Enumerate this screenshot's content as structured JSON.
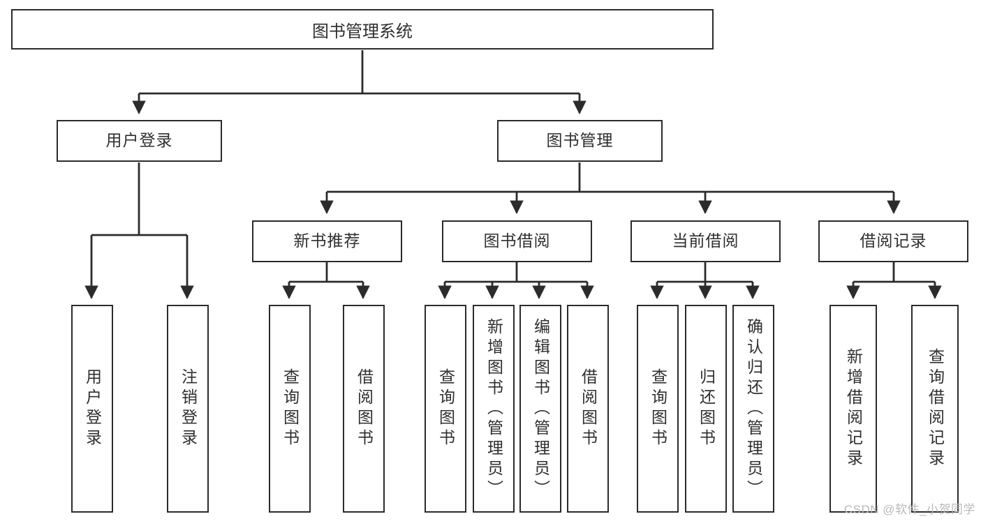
{
  "diagram": {
    "title": "图书管理系统",
    "watermark": "CSDN @软件_小贺同学",
    "colors": {
      "stroke": "#2b2b2b",
      "text": "#2f2f2f",
      "background": "#ffffff",
      "watermark": "#b9b9b9"
    },
    "root": {
      "label": "图书管理系统"
    },
    "level2": [
      {
        "label": "用户登录"
      },
      {
        "label": "图书管理"
      }
    ],
    "level3": [
      {
        "label": "新书推荐"
      },
      {
        "label": "图书借阅"
      },
      {
        "label": "当前借阅"
      },
      {
        "label": "借阅记录"
      }
    ],
    "leaves": [
      {
        "label": "用户登录",
        "parent": "用户登录"
      },
      {
        "label": "注销登录",
        "parent": "用户登录"
      },
      {
        "label": "查询图书",
        "parent": "新书推荐"
      },
      {
        "label": "借阅图书",
        "parent": "新书推荐"
      },
      {
        "label": "查询图书",
        "parent": "图书借阅"
      },
      {
        "label": "新增图书（管理员）",
        "parent": "图书借阅"
      },
      {
        "label": "编辑图书（管理员）",
        "parent": "图书借阅"
      },
      {
        "label": "借阅图书",
        "parent": "图书借阅"
      },
      {
        "label": "查询图书",
        "parent": "当前借阅"
      },
      {
        "label": "归还图书",
        "parent": "当前借阅"
      },
      {
        "label": "确认归还（管理员）",
        "parent": "当前借阅"
      },
      {
        "label": "新增借阅记录",
        "parent": "借阅记录"
      },
      {
        "label": "查询借阅记录",
        "parent": "借阅记录"
      }
    ]
  }
}
